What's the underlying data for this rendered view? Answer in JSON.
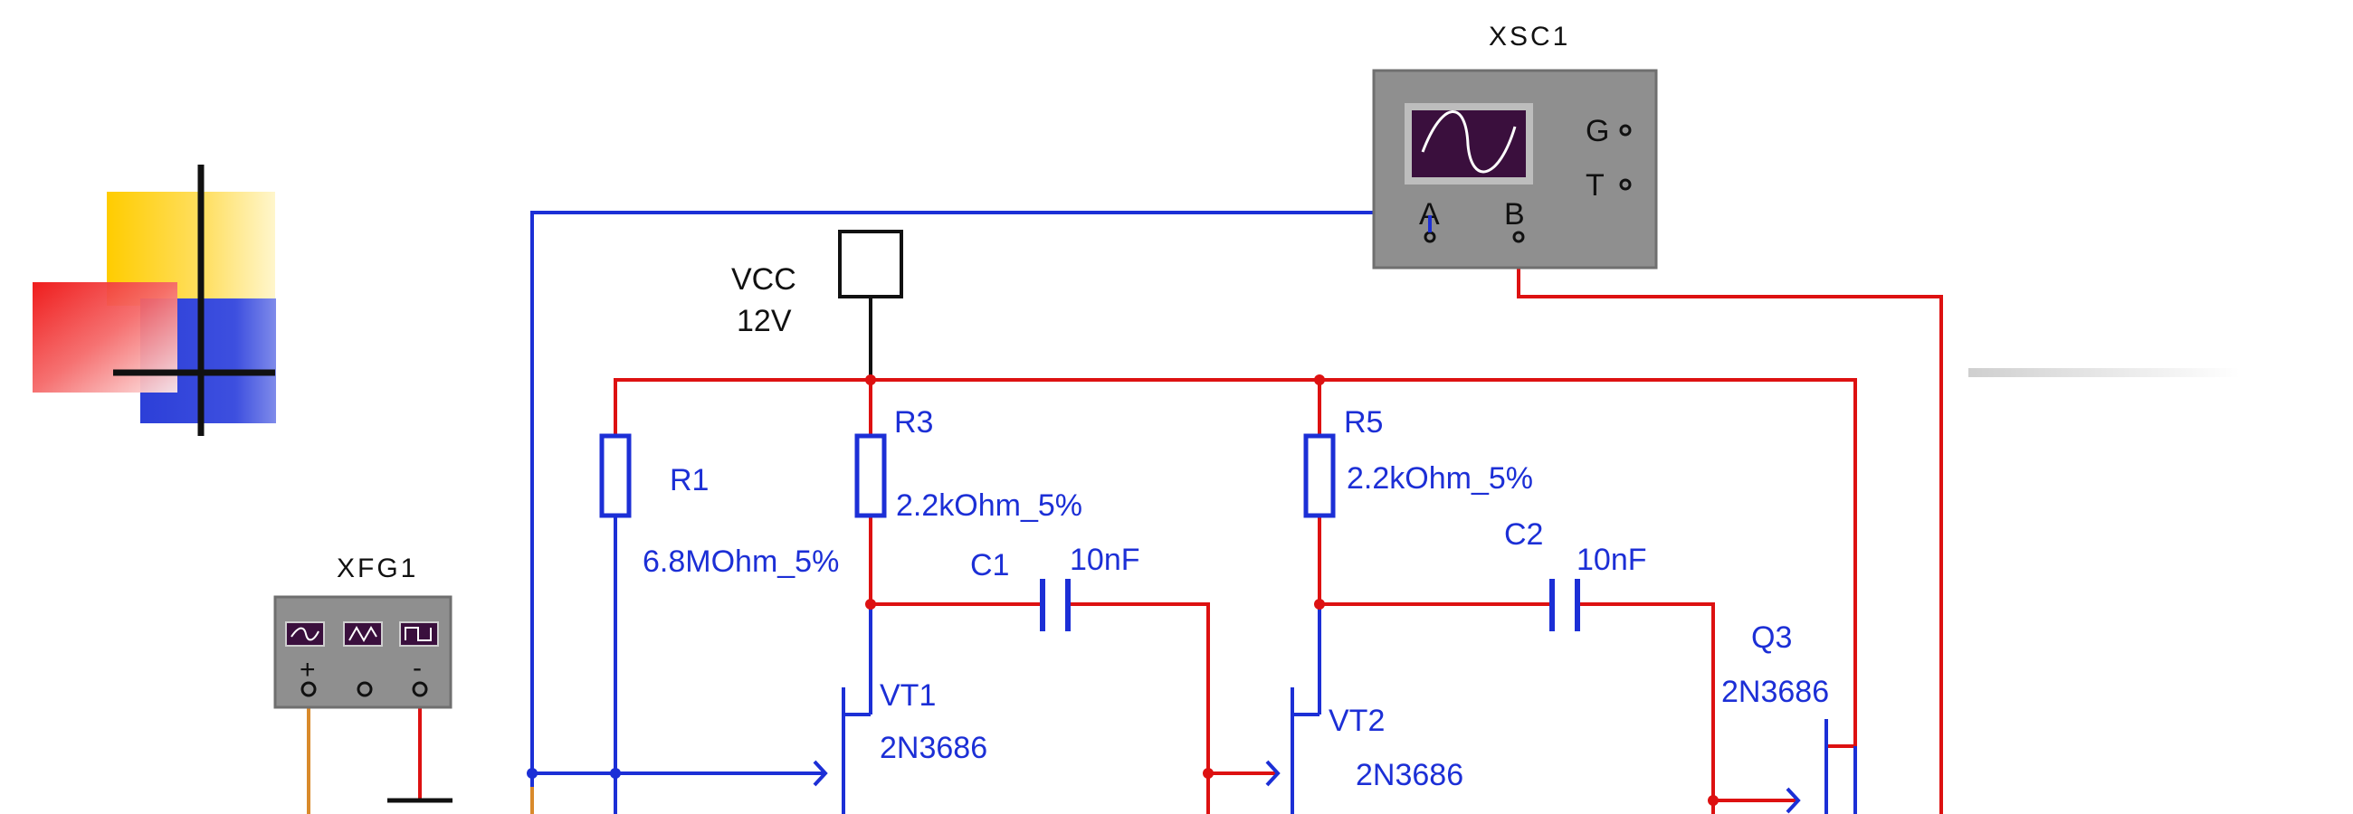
{
  "colors": {
    "wire_red": "#dd1111",
    "wire_blue": "#1c2fd6",
    "wire_orange": "#d98a2b",
    "instrument_gray": "#8f8f8f",
    "screen_purple": "#3a0f3d",
    "deco_yellow": "#ffcc00",
    "deco_blue": "#2c3fd8",
    "deco_red": "#ee1111"
  },
  "instruments": {
    "oscilloscope": {
      "label": "XSC1",
      "icon": "sine-wave-icon",
      "terminal_a": "A",
      "terminal_b": "B",
      "terminal_g": "G",
      "terminal_t": "T"
    },
    "function_generator": {
      "label": "XFG1",
      "plus": "+",
      "minus": "-"
    }
  },
  "supply": {
    "name": "VCC",
    "value": "12V"
  },
  "components": {
    "r1": {
      "name": "R1",
      "value": "6.8MOhm_5%"
    },
    "r3": {
      "name": "R3",
      "value": "2.2kOhm_5%"
    },
    "r5": {
      "name": "R5",
      "value": "2.2kOhm_5%"
    },
    "c1": {
      "name": "C1",
      "value": "10nF"
    },
    "c2": {
      "name": "C2",
      "value": "10nF"
    },
    "vt1": {
      "name": "VT1",
      "model": "2N3686"
    },
    "vt2": {
      "name": "VT2",
      "model": "2N3686"
    },
    "q3": {
      "name": "Q3",
      "model": "2N3686"
    }
  }
}
